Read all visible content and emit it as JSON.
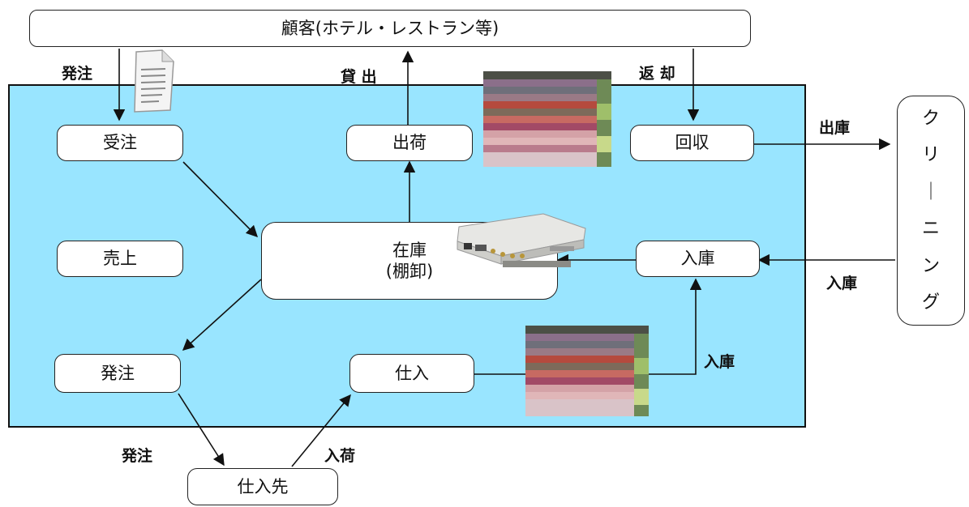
{
  "nodes": {
    "customer": "顧客(ホテル・レストラン等)",
    "juchu": "受注",
    "shukka": "出荷",
    "kaishu": "回収",
    "uriage": "売上",
    "zaiko_line1": "在庫",
    "zaiko_line2": "(棚卸)",
    "nyuko": "入庫",
    "hatchu": "発注",
    "shiire": "仕入",
    "shiiresaki": "仕入先",
    "cleaning_chars": [
      "ク",
      "リ",
      "｜",
      "ニ",
      "ン",
      "グ"
    ]
  },
  "edge_labels": {
    "order_top": "発注",
    "lend": "貸 出",
    "return": "返 却",
    "shukko": "出庫",
    "nyuko_right": "入庫",
    "nyuko_inner": "入庫",
    "order_bottom": "発注",
    "arrival": "入荷"
  },
  "icons": {
    "document": "document-icon",
    "linen_top": "folded-linen-photo",
    "linen_bottom": "folded-linen-photo",
    "reader": "rfid-reader-device"
  },
  "colors": {
    "panel": "#99e5ff",
    "box": "#ffffff",
    "line": "#111111"
  }
}
